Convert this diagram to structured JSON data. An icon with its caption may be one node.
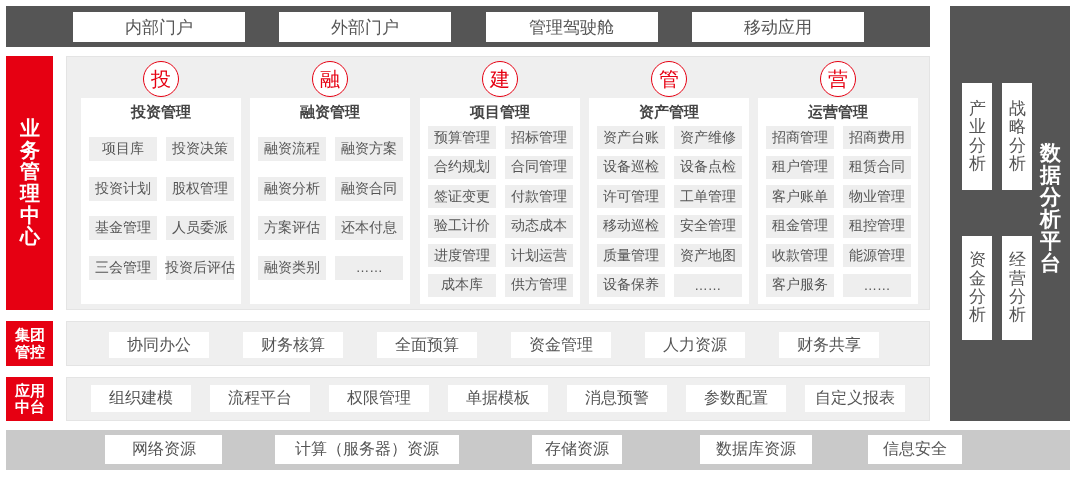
{
  "diagram": {
    "nodes": [
      {
        "text": [],
        "shape": "bar"
      },
      {
        "text": [
          "内部门户"
        ],
        "in": 0
      },
      {
        "text": [
          "外部门户"
        ],
        "in": 0
      },
      {
        "text": [
          "管理驾驶舱"
        ],
        "in": 0
      },
      {
        "text": [
          "移动应用"
        ],
        "in": 0
      },
      {
        "text": [
          "业务管理中心"
        ]
      },
      {
        "text": [],
        "shape": "box"
      },
      {
        "text": [
          "投"
        ],
        "in": 6
      },
      {
        "text": [
          "投资管理"
        ],
        "in": 6
      },
      {
        "text": [
          "项目库"
        ],
        "in": 8
      },
      {
        "text": [
          "投资决策"
        ],
        "in": 8
      },
      {
        "text": [
          "投资计划"
        ],
        "in": 8
      },
      {
        "text": [
          "股权管理"
        ],
        "in": 8
      },
      {
        "text": [
          "基金管理"
        ],
        "in": 8
      },
      {
        "text": [
          "人员委派"
        ],
        "in": 8
      },
      {
        "text": [
          "三会管理"
        ],
        "in": 8
      },
      {
        "text": [
          "投资后评估"
        ],
        "in": 8
      },
      {
        "text": [
          "融"
        ],
        "in": 6
      },
      {
        "text": [
          "融资管理"
        ],
        "in": 6
      },
      {
        "text": [
          "融资流程"
        ],
        "in": 18
      },
      {
        "text": [
          "融资方案"
        ],
        "in": 18
      },
      {
        "text": [
          "融资分析"
        ],
        "in": 18
      },
      {
        "text": [
          "融资合同"
        ],
        "in": 18
      },
      {
        "text": [
          "方案评估"
        ],
        "in": 18
      },
      {
        "text": [
          "还本付息"
        ],
        "in": 18
      },
      {
        "text": [
          "融资类别"
        ],
        "in": 18
      },
      {
        "text": [
          "……"
        ],
        "in": 18
      },
      {
        "text": [
          "建"
        ],
        "in": 6
      },
      {
        "text": [
          "项目管理"
        ],
        "in": 6
      },
      {
        "text": [
          "预算管理"
        ],
        "in": 28
      },
      {
        "text": [
          "招标管理"
        ],
        "in": 28
      },
      {
        "text": [
          "合约规划"
        ],
        "in": 28
      },
      {
        "text": [
          "合同管理"
        ],
        "in": 28
      },
      {
        "text": [
          "签证变更"
        ],
        "in": 28
      },
      {
        "text": [
          "付款管理"
        ],
        "in": 28
      },
      {
        "text": [
          "验工计价"
        ],
        "in": 28
      },
      {
        "text": [
          "动态成本"
        ],
        "in": 28
      },
      {
        "text": [
          "进度管理"
        ],
        "in": 28
      },
      {
        "text": [
          "计划运营"
        ],
        "in": 28
      },
      {
        "text": [
          "成本库"
        ],
        "in": 28
      },
      {
        "text": [
          "供方管理"
        ],
        "in": 28
      },
      {
        "text": [
          "管"
        ],
        "in": 6
      },
      {
        "text": [
          "资产管理"
        ],
        "in": 6
      },
      {
        "text": [
          "资产台账"
        ],
        "in": 42
      },
      {
        "text": [
          "资产维修"
        ],
        "in": 42
      },
      {
        "text": [
          "设备巡检"
        ],
        "in": 42
      },
      {
        "text": [
          "设备点检"
        ],
        "in": 42
      },
      {
        "text": [
          "许可管理"
        ],
        "in": 42
      },
      {
        "text": [
          "工单管理"
        ],
        "in": 42
      },
      {
        "text": [
          "移动巡检"
        ],
        "in": 42
      },
      {
        "text": [
          "安全管理"
        ],
        "in": 42
      },
      {
        "text": [
          "质量管理"
        ],
        "in": 42
      },
      {
        "text": [
          "资产地图"
        ],
        "in": 42
      },
      {
        "text": [
          "设备保养"
        ],
        "in": 42
      },
      {
        "text": [
          "……"
        ],
        "in": 42
      },
      {
        "text": [
          "营"
        ],
        "in": 6
      },
      {
        "text": [
          "运营管理"
        ],
        "in": 6
      },
      {
        "text": [
          "招商管理"
        ],
        "in": 56
      },
      {
        "text": [
          "招商费用"
        ],
        "in": 56
      },
      {
        "text": [
          "租户管理"
        ],
        "in": 56
      },
      {
        "text": [
          "租赁合同"
        ],
        "in": 56
      },
      {
        "text": [
          "客户账单"
        ],
        "in": 56
      },
      {
        "text": [
          "物业管理"
        ],
        "in": 56
      },
      {
        "text": [
          "租金管理"
        ],
        "in": 56
      },
      {
        "text": [
          "租控管理"
        ],
        "in": 56
      },
      {
        "text": [
          "收款管理"
        ],
        "in": 56
      },
      {
        "text": [
          "能源管理"
        ],
        "in": 56
      },
      {
        "text": [
          "客户服务"
        ],
        "in": 56
      },
      {
        "text": [
          "……"
        ],
        "in": 56
      },
      {
        "text": [
          "集团管控"
        ]
      },
      {
        "text": [],
        "shape": "box"
      },
      {
        "text": [
          "协同办公"
        ],
        "in": 70
      },
      {
        "text": [
          "财务核算"
        ],
        "in": 70
      },
      {
        "text": [
          "全面预算"
        ],
        "in": 70
      },
      {
        "text": [
          "资金管理"
        ],
        "in": 70
      },
      {
        "text": [
          "人力资源"
        ],
        "in": 70
      },
      {
        "text": [
          "财务共享"
        ],
        "in": 70
      },
      {
        "text": [
          "应用中台"
        ]
      },
      {
        "text": [],
        "shape": "box"
      },
      {
        "text": [
          "组织建模"
        ],
        "in": 78
      },
      {
        "text": [
          "流程平台"
        ],
        "in": 78
      },
      {
        "text": [
          "权限管理"
        ],
        "in": 78
      },
      {
        "text": [
          "单据模板"
        ],
        "in": 78
      },
      {
        "text": [
          "消息预警"
        ],
        "in": 78
      },
      {
        "text": [
          "参数配置"
        ],
        "in": 78
      },
      {
        "text": [
          "自定义报表"
        ],
        "in": 78
      },
      {
        "text": [],
        "shape": "bar"
      },
      {
        "text": [
          "网络资源"
        ],
        "in": 86
      },
      {
        "text": [
          "计算（服务器）资源"
        ],
        "in": 86
      },
      {
        "text": [
          "存储资源"
        ],
        "in": 86
      },
      {
        "text": [
          "数据库资源"
        ],
        "in": 86
      },
      {
        "text": [
          "信息安全"
        ],
        "in": 86
      },
      {
        "text": [
          "数据分析平台"
        ]
      },
      {
        "text": [
          "产业分析"
        ],
        "in": 92
      },
      {
        "text": [
          "战略分析"
        ],
        "in": 92
      },
      {
        "text": [
          "资金分析"
        ],
        "in": 92
      },
      {
        "text": [
          "经营分析"
        ],
        "in": 92
      }
    ],
    "edges": []
  }
}
